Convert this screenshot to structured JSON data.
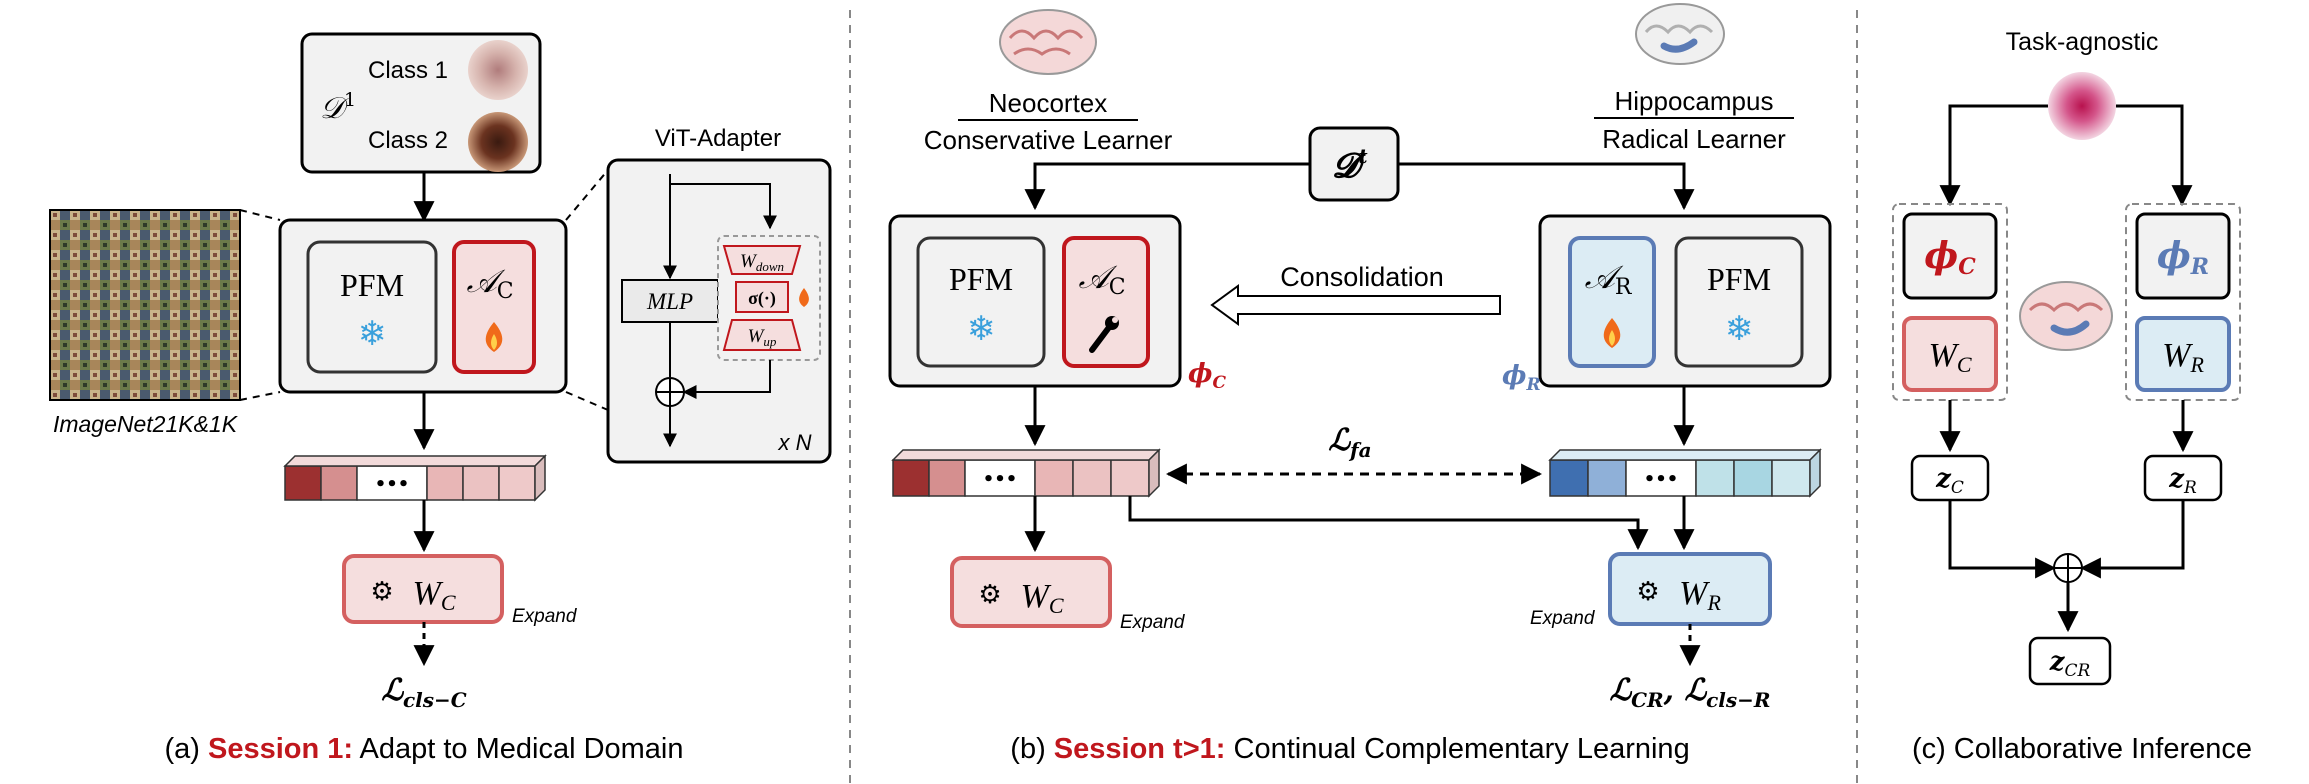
{
  "panel_a": {
    "dataset_label": "𝒟",
    "dataset_sup": "1",
    "class1": "Class 1",
    "class2": "Class 2",
    "pfm": "PFM",
    "adapter_main": "𝒜",
    "adapter_sub": "C",
    "imagenet_label": "ImageNet21K&1K",
    "vit_title": "ViT-Adapter",
    "mlp": "MLP",
    "w_down_main": "W",
    "w_down_sub": "down",
    "sigma": "σ(·)",
    "w_up_main": "W",
    "w_up_sub": "up",
    "repeat": "x N",
    "ellipsis": "•••",
    "head_main": "W",
    "head_sub": "C",
    "expand": "Expand",
    "loss_main": "ℒ",
    "loss_sub": "cls−C",
    "caption_prefix": "(a) ",
    "caption_session": "Session 1:",
    "caption_rest": " Adapt to Medical Domain"
  },
  "panel_b": {
    "neocortex": "Neocortex",
    "conservative": "Conservative Learner",
    "hippocampus": "Hippocampus",
    "radical": "Radical Learner",
    "dataset_label": "𝓓",
    "dataset_sup": "t",
    "pfm_left": "PFM",
    "adapter_c_main": "𝒜",
    "adapter_c_sub": "C",
    "consolidation": "Consolidation",
    "adapter_r_main": "𝒜",
    "adapter_r_sub": "R",
    "pfm_right": "PFM",
    "phi_c_main": "ϕ",
    "phi_c_sub": "C",
    "phi_r_main": "ϕ",
    "phi_r_sub": "R",
    "lfa_main": "ℒ",
    "lfa_sub": "fa",
    "ellipsis": "•••",
    "head_c_main": "W",
    "head_c_sub": "C",
    "head_r_main": "W",
    "head_r_sub": "R",
    "expand": "Expand",
    "loss_a_main": "ℒ",
    "loss_a_sub": "CR",
    "loss_sep": ", ",
    "loss_b_main": "ℒ",
    "loss_b_sub": "cls−R",
    "caption_prefix": "(b) ",
    "caption_session": "Session t>1:",
    "caption_rest": " Continual Complementary Learning"
  },
  "panel_c": {
    "title": "Task-agnostic",
    "phi_c_main": "ϕ",
    "phi_c_sub": "C",
    "phi_r_main": "ϕ",
    "phi_r_sub": "R",
    "w_c_main": "W",
    "w_c_sub": "C",
    "w_r_main": "W",
    "w_r_sub": "R",
    "z_c_main": "z",
    "z_c_sub": "C",
    "z_r_main": "z",
    "z_r_sub": "R",
    "z_cr_main": "z",
    "z_cr_sub": "CR",
    "caption": "(c) Collaborative Inference"
  },
  "colors": {
    "red_accent": "#c0171d",
    "blue_accent": "#5b7bb5",
    "pink_fill": "#f5dede",
    "blue_fill": "#dcecf4",
    "box_fill": "#f2f2f2"
  }
}
